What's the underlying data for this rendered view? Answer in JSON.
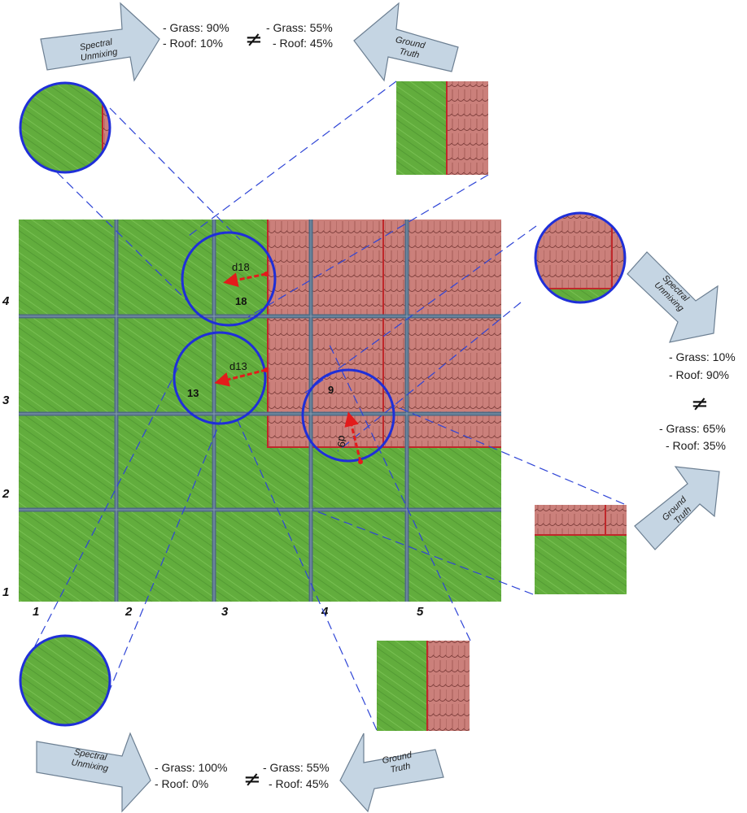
{
  "top": {
    "unmix_label_1": "Spectral",
    "unmix_label_2": "Unmixing",
    "truth_label_1": "Ground",
    "truth_label_2": "Truth",
    "unmix_grass": "- Grass: 90%",
    "unmix_roof": "- Roof: 10%",
    "neq": "≠",
    "truth_grass": "- Grass: 55%",
    "truth_roof": "- Roof: 45%"
  },
  "right": {
    "unmix_label_1": "Spectral",
    "unmix_label_2": "Unmixing",
    "truth_label_1": "Ground",
    "truth_label_2": "Truth",
    "unmix_grass": "- Grass: 10%",
    "unmix_roof": "- Roof: 90%",
    "neq": "≠",
    "truth_grass": "- Grass: 65%",
    "truth_roof": "- Roof: 35%"
  },
  "bottom": {
    "unmix_label_1": "Spectral",
    "unmix_label_2": "Unmixing",
    "truth_label_1": "Ground",
    "truth_label_2": "Truth",
    "unmix_grass": "- Grass: 100%",
    "unmix_roof": "- Roof: 0%",
    "neq": "≠",
    "truth_grass": "- Grass: 55%",
    "truth_roof": "- Roof: 45%"
  },
  "grid": {
    "col_labels": [
      "1",
      "2",
      "3",
      "4",
      "5"
    ],
    "row_labels": [
      "4",
      "3",
      "2",
      "1"
    ]
  },
  "footprints": {
    "p18": {
      "number": "18",
      "distance": "d18"
    },
    "p13": {
      "number": "13",
      "distance": "d13"
    },
    "p9": {
      "number": "9",
      "distance": "d9"
    }
  },
  "colors": {
    "grass": "#5fa83a",
    "roof": "#c97c78",
    "roof_edge": "#c0282b",
    "grid_line": "#4f6b85",
    "circle": "#1f2fd8",
    "distance_arrow": "#e31b1b",
    "arrow_fill": "#c5d5e3"
  }
}
